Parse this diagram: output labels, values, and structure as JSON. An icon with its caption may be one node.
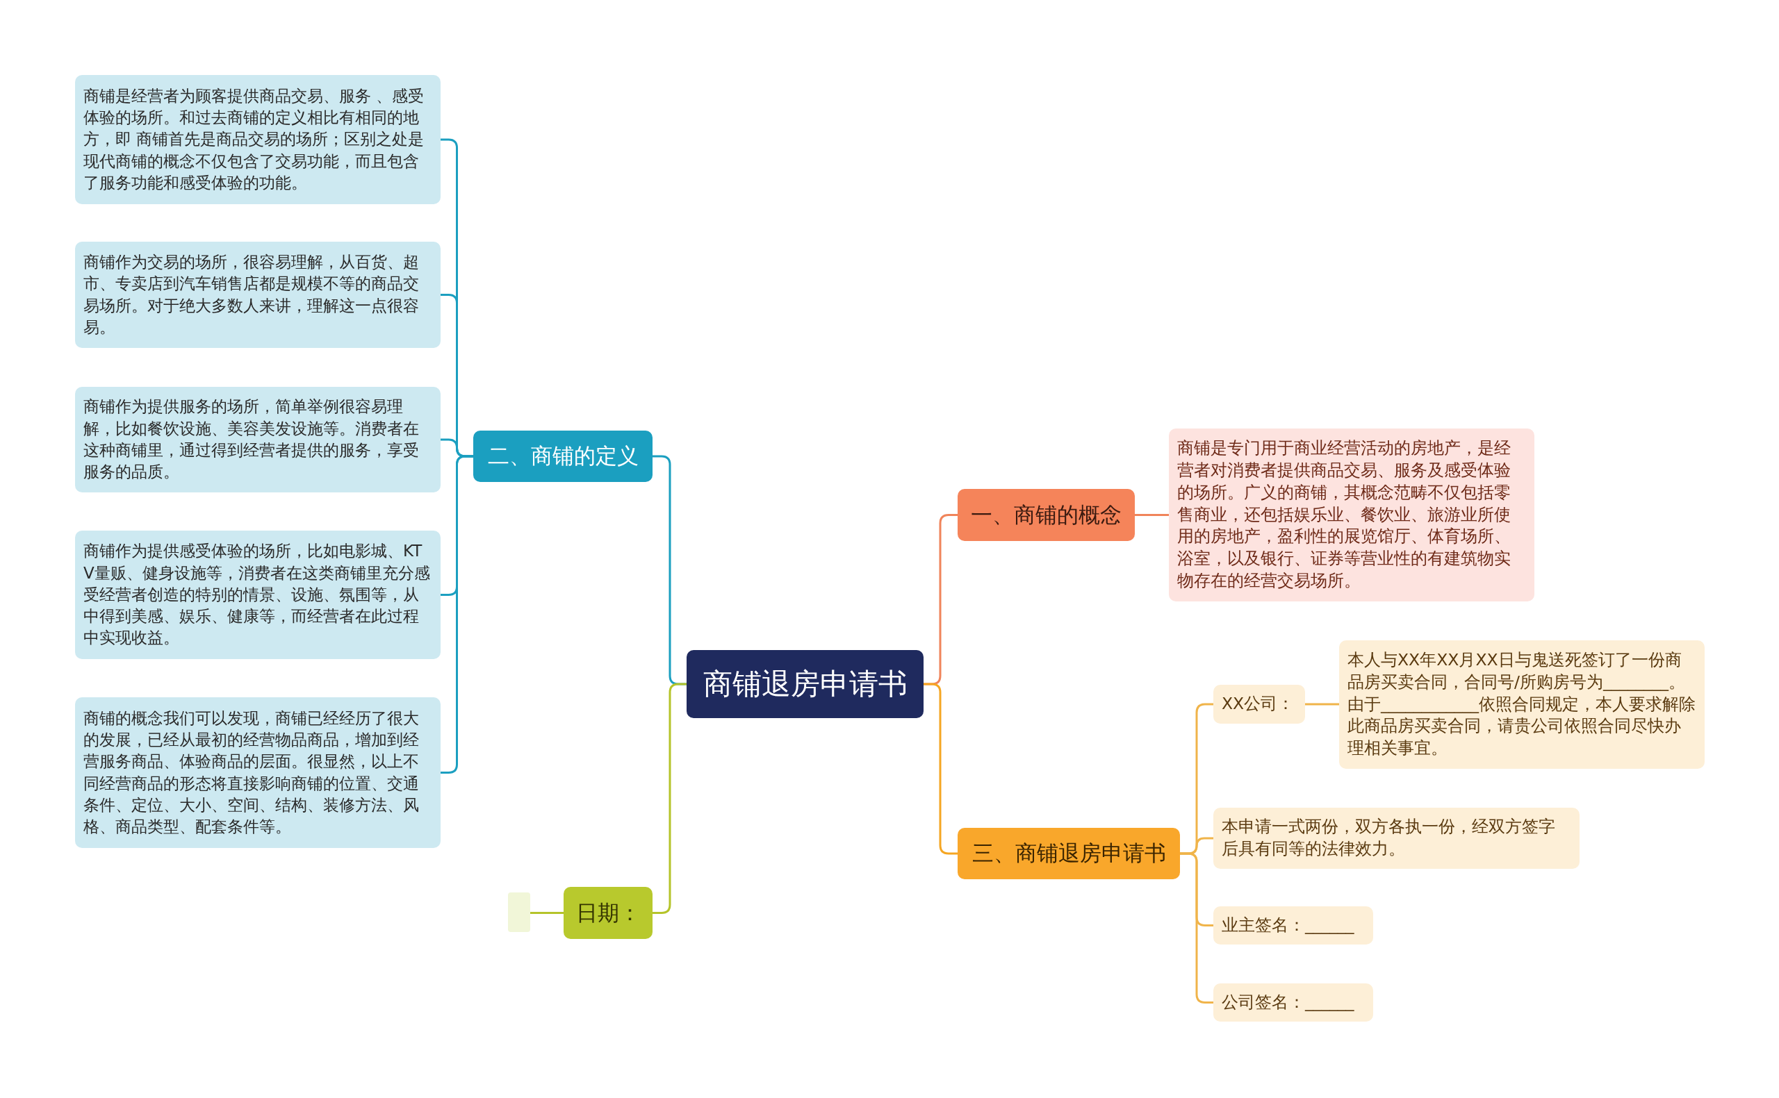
{
  "diagram": {
    "nodes": [
      {
        "text": [
          "商铺退房申请书"
        ]
      },
      {
        "text": [
          "一、商铺的概念"
        ]
      },
      {
        "text": [
          "商铺是专门用于商业经营活动的房地产，是经营者对消费者提供商品交易、服务及感受体验的场所。广义的商铺，其概念范畴不仅包括零售商业，还包括娱乐业、餐饮业、旅游业所使用的房地产，盈利性的展览馆厅、体育场所、浴室，以及银行、证券等营业性的有建筑物实物存在的经营交易场所。"
        ]
      },
      {
        "text": [
          "二、商铺的定义"
        ]
      },
      {
        "text": [
          "商铺是经营者为顾客提供商品交易、服务 、感受体验的场所。和过去商铺的定义相比有相同的地方，即 商铺首先是商品交易的场所；区别之处是现代商铺的概念不仅包含了交易功能，而且包含了服务功能和感受体验的功能。"
        ]
      },
      {
        "text": [
          "商铺作为交易的场所，很容易理解，从百货、超市、专卖店到汽车销售店都是规模不等的商品交易场所。对于绝大多数人来讲，理解这一点很容易。"
        ]
      },
      {
        "text": [
          "商铺作为提供服务的场所，简单举例很容易理解，比如餐饮设施、美容美发设施等。消费者在这种商铺里，通过得到经营者提供的服务，享受服务的品质。"
        ]
      },
      {
        "text": [
          "商铺作为提供感受体验的场所，比如电影城、KTV量贩、健身设施等，消费者在这类商铺里充分感受经营者创造的特别的情景、设施、氛围等，从中得到美感、娱乐、健康等，而经营者在此过程中实现收益。"
        ]
      },
      {
        "text": [
          "商铺的概念我们可以发现，商铺已经经历了很大的发展，已经从最初的经营物品商品，增加到经营服务商品、体验商品的层面。很显然，以上不同经营商品的形态将直接影响商铺的位置、交通条件、定位、大小、空间、结构、装修方法、风格、商品类型、配套条件等。"
        ]
      },
      {
        "text": [
          "日期："
        ]
      },
      {
        "text": [],
        "shape": "box"
      },
      {
        "text": [
          "三、商铺退房申请书"
        ]
      },
      {
        "text": [
          "XX公司："
        ]
      },
      {
        "text": [
          "本人与XX年XX月XX日与鬼送死签订了一份商品房买卖合同，合同号/所购房号为________。由于____________依照合同规定，本人要求解除此商品房买卖合同，请贵公司依照合同尽快办理相关事宜。"
        ]
      },
      {
        "text": [
          "本申请一式两份，双方各执一份，经双方签字后具有同等的法律效力。"
        ]
      },
      {
        "text": [
          "业主签名：______"
        ]
      },
      {
        "text": [
          "公司签名：______"
        ]
      }
    ],
    "edges": [
      {
        "from": 0,
        "to": 1,
        "arrow": "none",
        "color": "#f0845a"
      },
      {
        "from": 1,
        "to": 2,
        "arrow": "none",
        "color": "#f0845a"
      },
      {
        "from": 0,
        "to": 3,
        "arrow": "none",
        "color": "#1b9fc0"
      },
      {
        "from": 3,
        "to": 4,
        "arrow": "none",
        "color": "#1b9fc0"
      },
      {
        "from": 3,
        "to": 5,
        "arrow": "none",
        "color": "#1b9fc0"
      },
      {
        "from": 3,
        "to": 6,
        "arrow": "none",
        "color": "#1b9fc0"
      },
      {
        "from": 3,
        "to": 7,
        "arrow": "none",
        "color": "#1b9fc0"
      },
      {
        "from": 3,
        "to": 8,
        "arrow": "none",
        "color": "#1b9fc0"
      },
      {
        "from": 0,
        "to": 9,
        "arrow": "none",
        "color": "#b5c42a"
      },
      {
        "from": 9,
        "to": 10,
        "arrow": "none",
        "color": "#b5c42a"
      },
      {
        "from": 0,
        "to": 11,
        "arrow": "none",
        "color": "#f5a623"
      },
      {
        "from": 11,
        "to": 12,
        "arrow": "none",
        "color": "#f0b44a"
      },
      {
        "from": 12,
        "to": 13,
        "arrow": "none",
        "color": "#f0b44a"
      },
      {
        "from": 11,
        "to": 14,
        "arrow": "none",
        "color": "#f0b44a"
      },
      {
        "from": 11,
        "to": 15,
        "arrow": "none",
        "color": "#f0b44a"
      },
      {
        "from": 11,
        "to": 16,
        "arrow": "none",
        "color": "#f0b44a"
      }
    ]
  }
}
